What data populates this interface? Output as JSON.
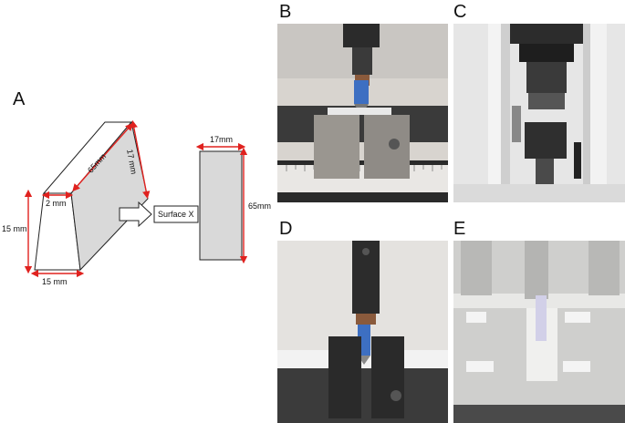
{
  "panels": {
    "a": {
      "letter": "A"
    },
    "b": {
      "letter": "B"
    },
    "c": {
      "letter": "C"
    },
    "d": {
      "letter": "D"
    },
    "e": {
      "letter": "E"
    }
  },
  "specimen": {
    "top_thickness": "2 mm",
    "length_diagonal": "65mm",
    "depth": "17 mm",
    "height": "15 mm",
    "base_width": "15 mm"
  },
  "surface": {
    "callout": "Surface X",
    "width": "17mm",
    "length": "65mm"
  },
  "colors": {
    "dimension_arrow": "#e0221f",
    "specimen_face": "#d9d9d9",
    "outline": "#222222"
  }
}
